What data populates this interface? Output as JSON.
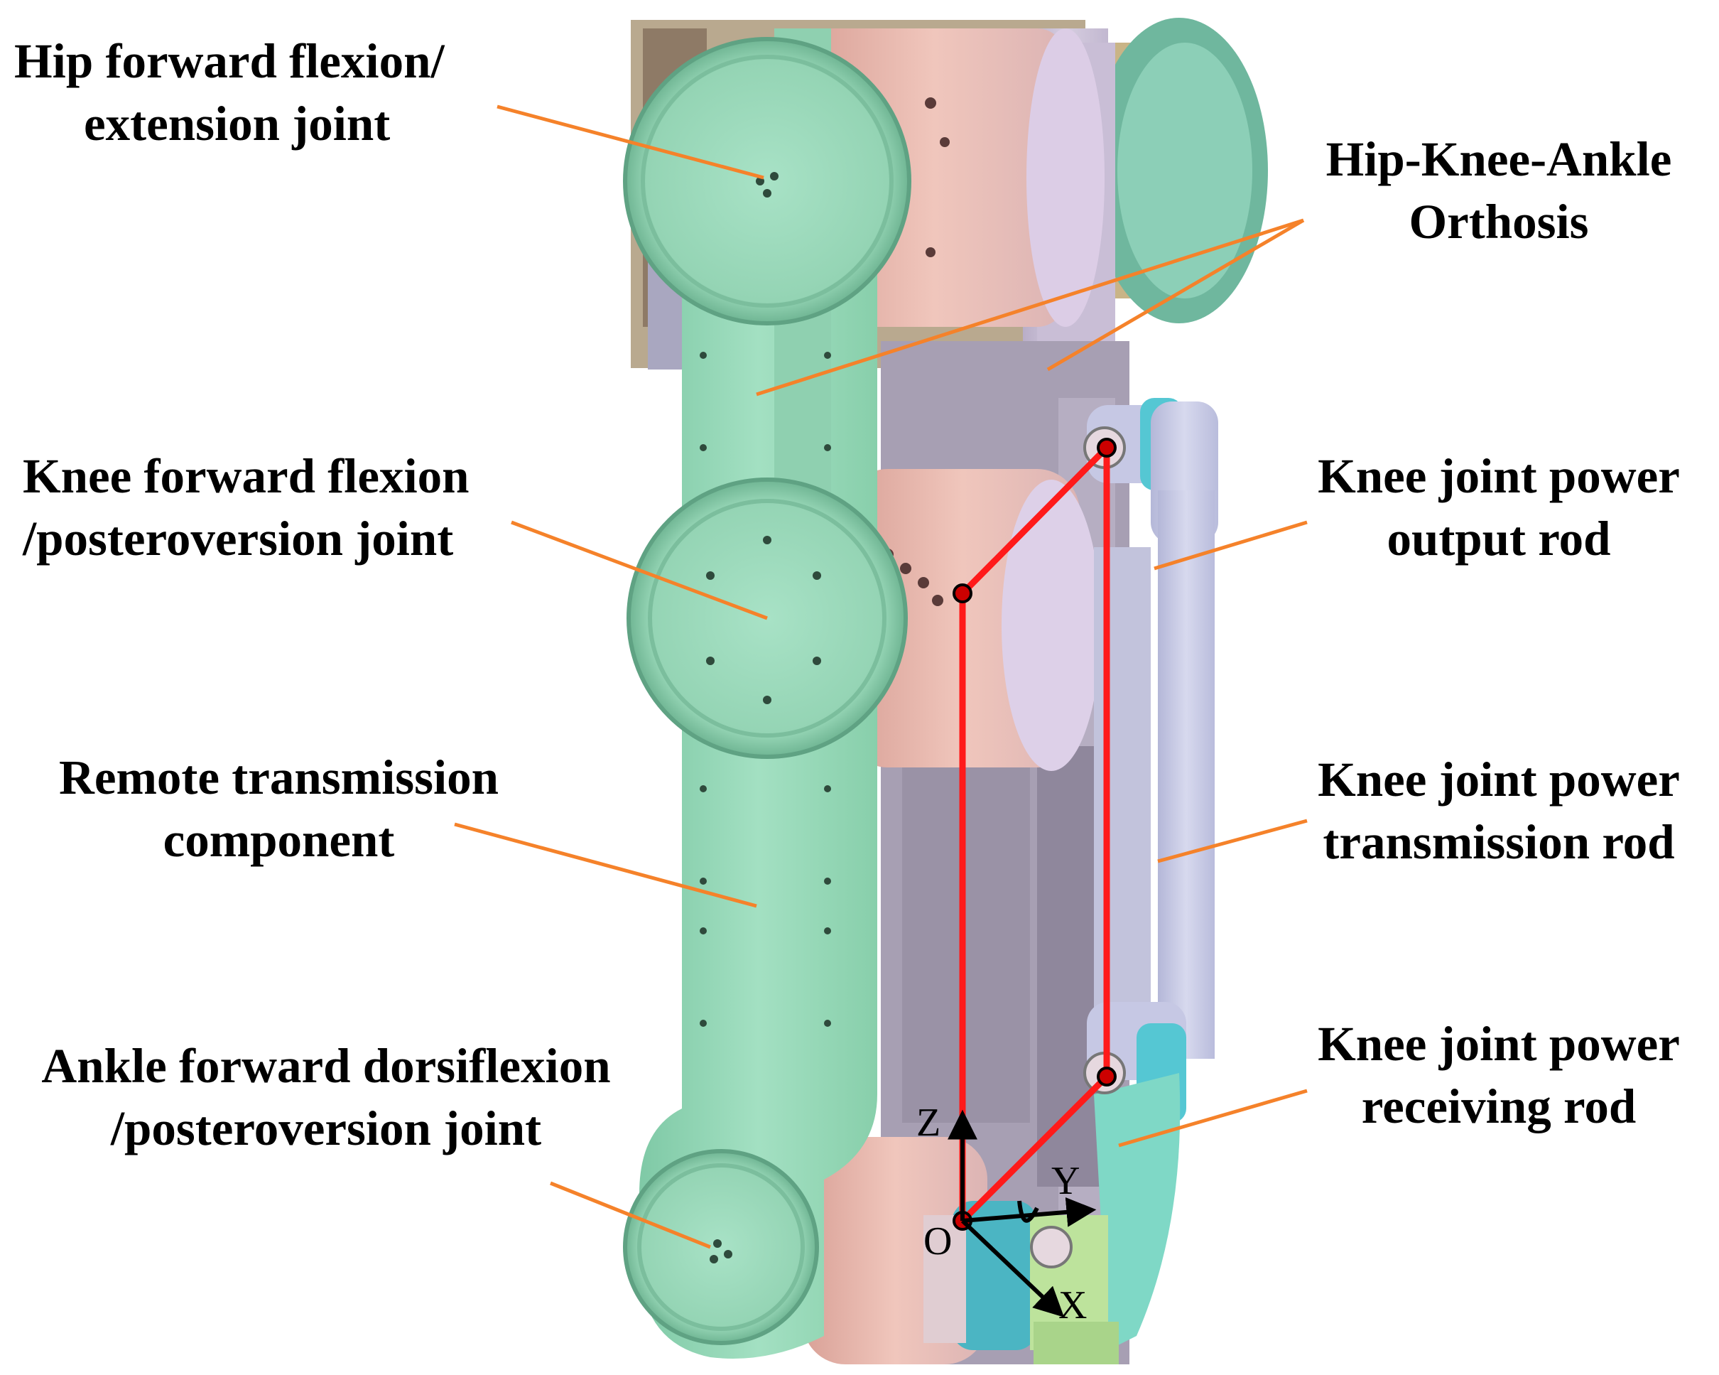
{
  "labels": {
    "hip_flexion": [
      "Hip forward flexion/",
      "extension joint"
    ],
    "hip_knee_ankle_orthosis": [
      "Hip-Knee-Ankle",
      "Orthosis"
    ],
    "knee_flexion": [
      "Knee forward flexion",
      "/posteroversion joint"
    ],
    "knee_output_rod": [
      "Knee joint power",
      "output rod"
    ],
    "remote_transmission": [
      "Remote transmission",
      "component"
    ],
    "knee_transmission_rod": [
      "Knee joint power",
      "transmission rod"
    ],
    "ankle_joint": [
      "Ankle forward dorsiflexion",
      "/posteroversion joint"
    ],
    "knee_receiving_rod": [
      "Knee joint power",
      "receiving rod"
    ]
  },
  "axes": {
    "z": "Z",
    "y": "Y",
    "x": "X",
    "origin": "O"
  },
  "colors": {
    "leader_line": "#f5822a",
    "linkage": "#ff1a1a",
    "green_part": "#98d8b6",
    "pink_part": "#e6b2a8",
    "lavender_part": "#cbc0d8",
    "rod_part": "#c6c8e4",
    "cyan_part": "#55c7d3",
    "tan_part": "#c9b486"
  }
}
